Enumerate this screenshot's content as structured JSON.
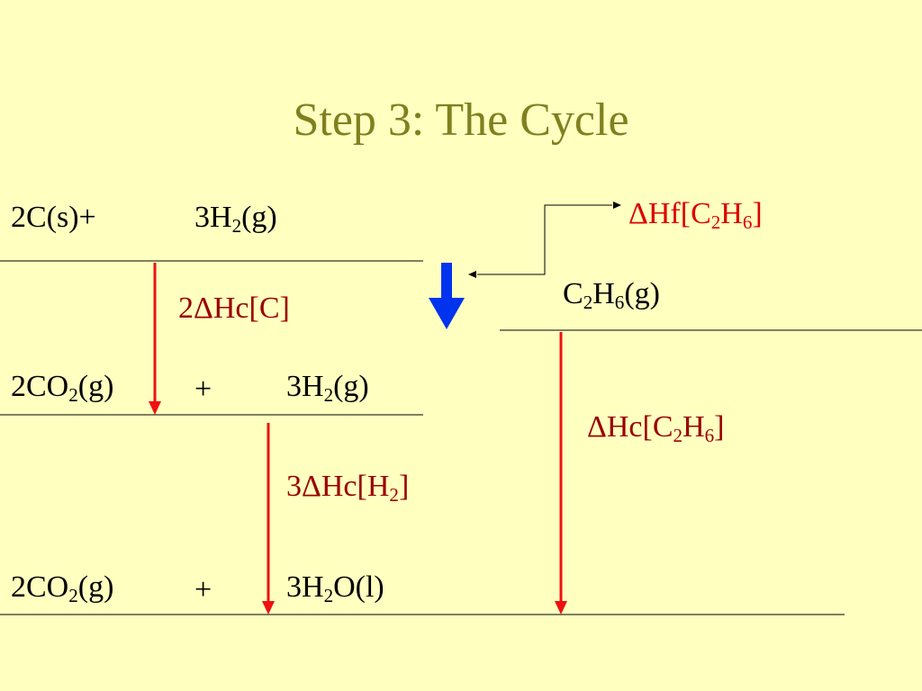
{
  "slide": {
    "title": "Step 3: The Cycle",
    "colors": {
      "background": "#FFFFC0",
      "title": "#808020",
      "red_arrow": "#EE1111",
      "blue_arrow": "#0033EE",
      "enthalpy_label": "#990000",
      "formation_label": "#DD0000",
      "text": "#000000"
    }
  },
  "cycle": {
    "reactants": {
      "c": {
        "text": "2C(s)+"
      },
      "h2": {
        "pre": "3H",
        "sub": "2",
        "post": "(g)"
      }
    },
    "combustion_c": {
      "pre": "2ΔHc[C]"
    },
    "intermediate": {
      "co2": {
        "pre": "2CO",
        "sub": "2",
        "post": "(g)"
      },
      "plus": "+",
      "h2": {
        "pre": "3H",
        "sub": "2",
        "post": "(g)"
      }
    },
    "combustion_h2": {
      "pre": "3ΔHc[H",
      "sub": "2",
      "post": "]"
    },
    "products": {
      "co2": {
        "pre": "2CO",
        "sub": "2",
        "post": "(g)"
      },
      "plus": "+",
      "h2o": {
        "pre": "3H",
        "sub": "2",
        "post": "O(l)"
      }
    },
    "formation": {
      "pre": "ΔHf[C",
      "sub1": "2",
      "mid": "H",
      "sub2": "6",
      "post": "]"
    },
    "ethane": {
      "pre": "C",
      "sub1": "2",
      "mid": "H",
      "sub2": "6",
      "post": "(g)"
    },
    "combustion_ethane": {
      "pre": "ΔHc[C",
      "sub1": "2",
      "mid": "H",
      "sub2": "6",
      "post": "]"
    }
  }
}
